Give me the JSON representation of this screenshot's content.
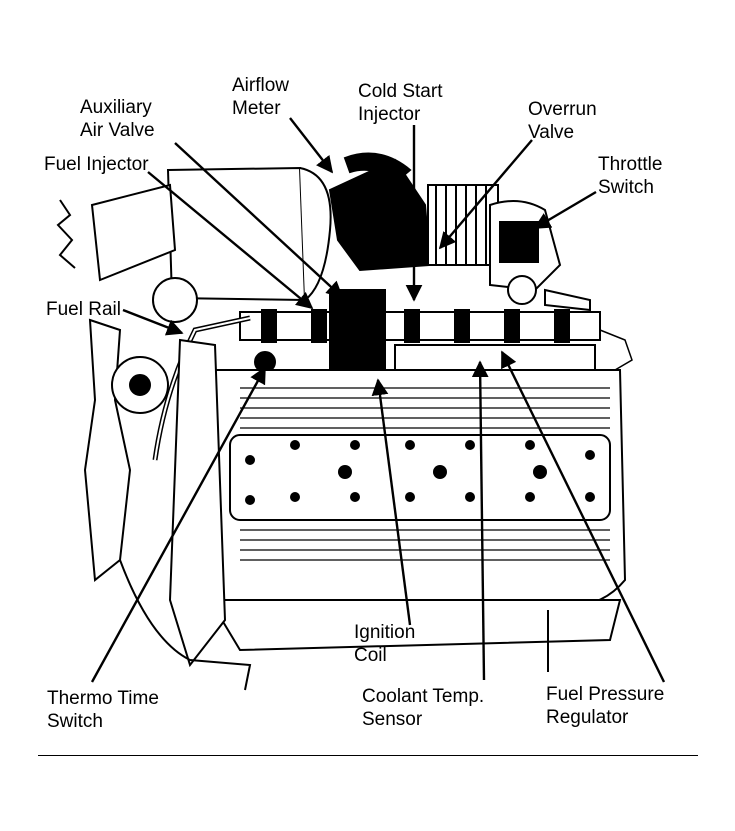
{
  "labels": {
    "airflow_meter": [
      "Airflow",
      "Meter"
    ],
    "auxiliary_air_valve": [
      "Auxiliary",
      "Air Valve"
    ],
    "cold_start_injector": [
      "Cold Start",
      "Injector"
    ],
    "overrun_valve": [
      "Overrun",
      "Valve"
    ],
    "fuel_injector": [
      "Fuel Injector"
    ],
    "throttle_switch": [
      "Throttle",
      "Switch"
    ],
    "fuel_rail": [
      "Fuel Rail"
    ],
    "ignition_coil": [
      "Ignition",
      "Coil"
    ],
    "thermo_time_switch": [
      "Thermo Time",
      "Switch"
    ],
    "coolant_temp_sensor": [
      "Coolant Temp.",
      "Sensor"
    ],
    "fuel_pressure_regulator": [
      "Fuel Pressure",
      "Regulator"
    ]
  },
  "colors": {
    "ink": "#000000",
    "paper": "#ffffff"
  }
}
